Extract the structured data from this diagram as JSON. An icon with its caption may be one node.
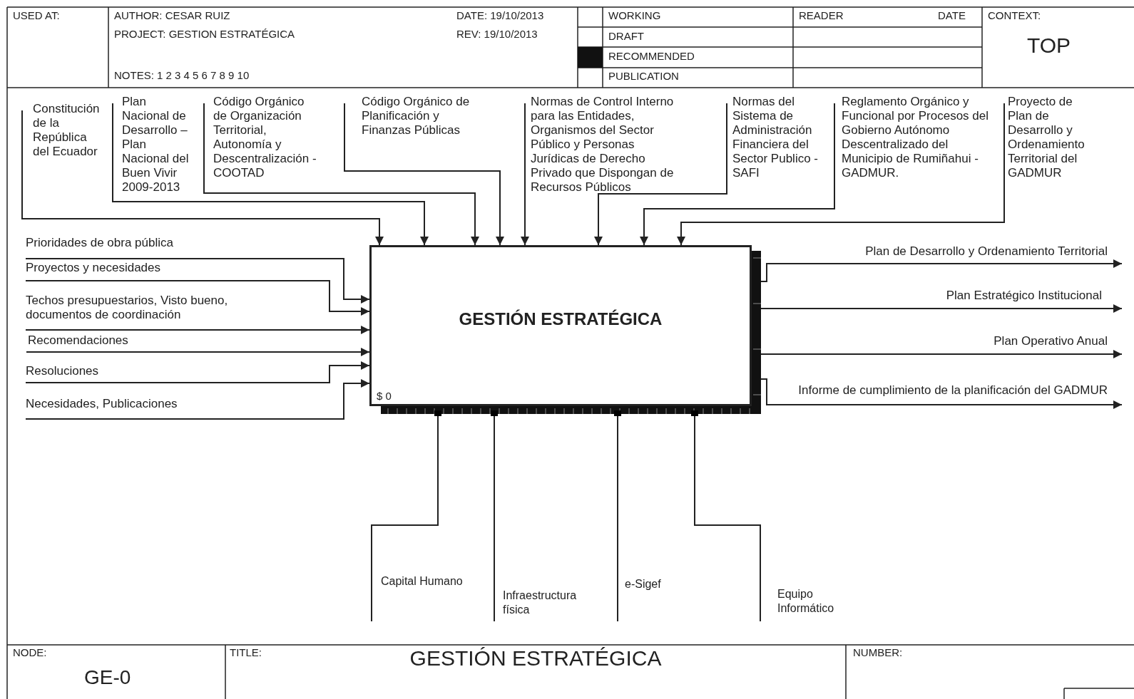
{
  "diagram": {
    "title": "GESTIÓN ESTRATÉGICA",
    "nodes": [
      {
        "text": [
          "GESTIÓN ESTRATÉGICA",
          "$ 0"
        ]
      },
      {
        "text": [
          "Constitución de la República del Ecuador"
        ]
      },
      {
        "text": [
          "Plan Nacional de Desarrollo – Plan Nacional del Buen Vivir 2009-2013"
        ]
      },
      {
        "text": [
          "Código Orgánico de Organización Territorial, Autonomía y Descentralización - COOTAD"
        ]
      },
      {
        "text": [
          "Código Orgánico de Planificación y Finanzas Públicas"
        ]
      },
      {
        "text": [
          "Normas de Control Interno para las Entidades, Organismos del Sector Público y Personas Jurídicas de Derecho Privado que Dispongan de Recursos Públicos"
        ]
      },
      {
        "text": [
          "Normas del Sistema de Administración Financiera del Sector Publico - SAFI"
        ]
      },
      {
        "text": [
          "Reglamento Orgánico y Funcional por Procesos del Gobierno Autónomo Descentralizado del Municipio de Rumiñahui - GADMUR."
        ]
      },
      {
        "text": [
          "Proyecto de Plan de Desarrollo y Ordenamiento Territorial del GADMUR"
        ]
      },
      {
        "text": [
          "Prioridades de obra pública"
        ]
      },
      {
        "text": [
          "Proyectos y necesidades"
        ]
      },
      {
        "text": [
          "Techos presupuestarios, Visto bueno, documentos de coordinación"
        ]
      },
      {
        "text": [
          "Recomendaciones"
        ]
      },
      {
        "text": [
          "Resoluciones"
        ]
      },
      {
        "text": [
          "Necesidades, Publicaciones"
        ]
      },
      {
        "text": [
          "Capital Humano"
        ]
      },
      {
        "text": [
          "Infraestructura física"
        ]
      },
      {
        "text": [
          "e-Sigef"
        ]
      },
      {
        "text": [
          "Equipo Informático"
        ]
      }
    ],
    "edges": [
      {
        "from": 1,
        "to": 0,
        "arrow": "to"
      },
      {
        "from": 2,
        "to": 0,
        "arrow": "to"
      },
      {
        "from": 3,
        "to": 0,
        "arrow": "to"
      },
      {
        "from": 4,
        "to": 0,
        "arrow": "to"
      },
      {
        "from": 5,
        "to": 0,
        "arrow": "to"
      },
      {
        "from": 6,
        "to": 0,
        "arrow": "to"
      },
      {
        "from": 7,
        "to": 0,
        "arrow": "to"
      },
      {
        "from": 8,
        "to": 0,
        "arrow": "to"
      },
      {
        "from": 9,
        "to": 0,
        "arrow": "to"
      },
      {
        "from": 10,
        "to": 0,
        "arrow": "to"
      },
      {
        "from": 11,
        "to": 0,
        "arrow": "to"
      },
      {
        "from": 12,
        "to": 0,
        "arrow": "to"
      },
      {
        "from": 13,
        "to": 0,
        "arrow": "to"
      },
      {
        "from": 14,
        "to": 0,
        "arrow": "to"
      },
      {
        "from": 0,
        "to": null,
        "arrow": "to",
        "label": "Plan de Desarrollo y Ordenamiento Territorial"
      },
      {
        "from": 0,
        "to": null,
        "arrow": "to",
        "label": "Plan Estratégico Institucional"
      },
      {
        "from": 0,
        "to": null,
        "arrow": "to",
        "label": "Plan Operativo Anual"
      },
      {
        "from": 0,
        "to": null,
        "arrow": "to",
        "label": "Informe de cumplimiento de la planificación del GADMUR"
      },
      {
        "from": 15,
        "to": 0,
        "arrow": "none"
      },
      {
        "from": 16,
        "to": 0,
        "arrow": "none"
      },
      {
        "from": 17,
        "to": 0,
        "arrow": "none"
      },
      {
        "from": 18,
        "to": 0,
        "arrow": "none"
      }
    ],
    "labels": [
      "USED AT:",
      "AUTHOR: CESAR RUIZ",
      "DATE: 19/10/2013",
      "PROJECT: GESTION ESTRATÉGICA",
      "REV: 19/10/2013",
      "NOTES: 1 2 3 4 5 6 7 8 9 10",
      "WORKING",
      "DRAFT",
      "RECOMMENDED",
      "PUBLICATION",
      "READER",
      "DATE",
      "CONTEXT:",
      "TOP",
      "NODE:",
      "GE-0",
      "TITLE:",
      "NUMBER:"
    ]
  }
}
